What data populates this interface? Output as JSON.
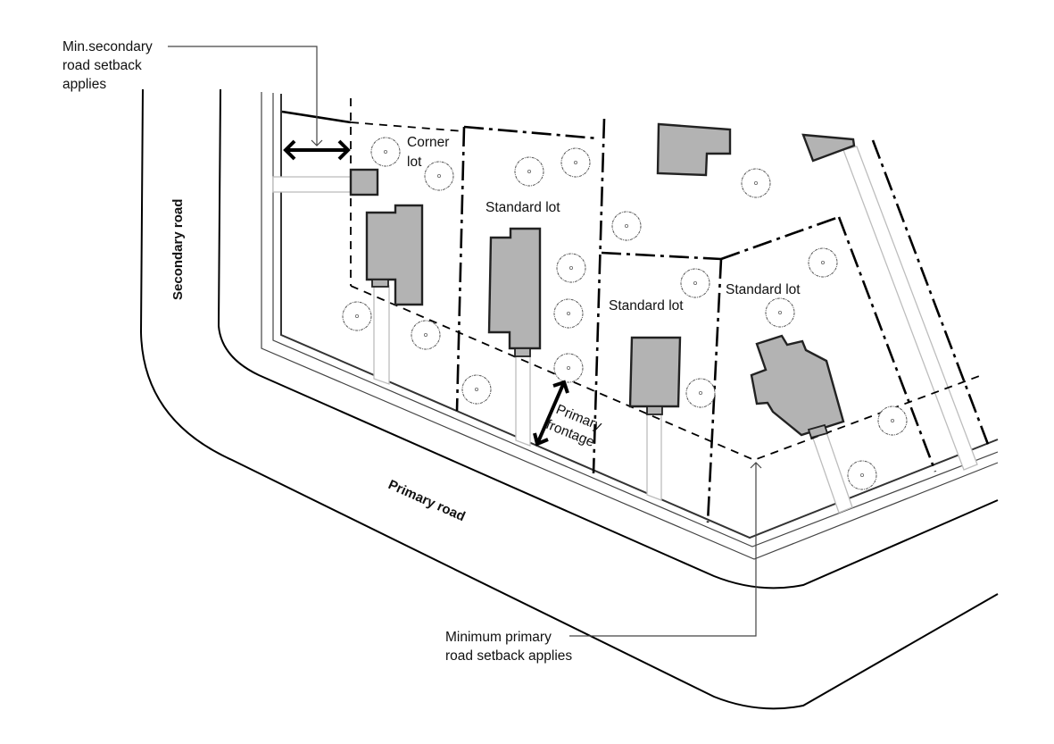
{
  "diagram": {
    "title": "Corner lot and standard lot setback diagram",
    "colors": {
      "building": "#b3b3b3",
      "line": "#000000",
      "driveway": "#bdbdbd"
    },
    "roads": {
      "secondary": "Secondary road",
      "primary": "Primary road"
    },
    "lots": [
      {
        "id": "corner",
        "label_line1": "Corner",
        "label_line2": "lot"
      },
      {
        "id": "standard-1",
        "label": "Standard lot"
      },
      {
        "id": "standard-2",
        "label": "Standard lot"
      },
      {
        "id": "standard-3",
        "label": "Standard lot"
      }
    ],
    "annotations": {
      "secondary_setback": {
        "line1": "Min.secondary",
        "line2": "road setback",
        "line3": "applies"
      },
      "primary_setback": {
        "line1": "Minimum primary",
        "line2": "road setback applies"
      },
      "primary_frontage": {
        "line1": "Primary",
        "line2": "frontage"
      }
    },
    "icons": [
      "tree-icon",
      "house-icon",
      "double-arrow-icon",
      "leader-arrow-icon"
    ]
  }
}
